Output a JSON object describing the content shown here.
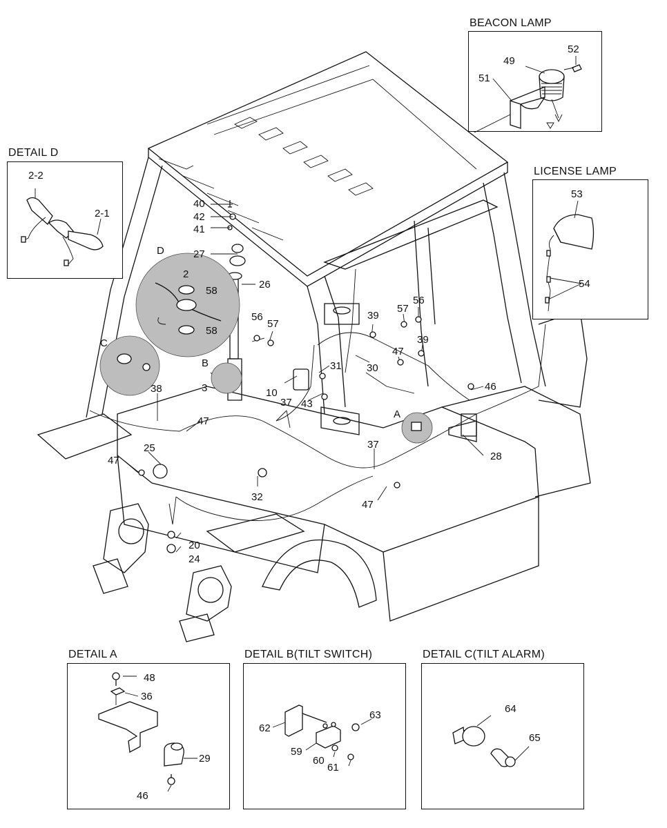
{
  "diagram": {
    "main": {
      "labels": [
        {
          "id": "40",
          "text": "40"
        },
        {
          "id": "42",
          "text": "42"
        },
        {
          "id": "41",
          "text": "41"
        },
        {
          "id": "27",
          "text": "27"
        },
        {
          "id": "26",
          "text": "26"
        },
        {
          "id": "d",
          "text": "D"
        },
        {
          "id": "2",
          "text": "2"
        },
        {
          "id": "58a",
          "text": "58"
        },
        {
          "id": "58b",
          "text": "58"
        },
        {
          "id": "56a",
          "text": "56"
        },
        {
          "id": "57a",
          "text": "57"
        },
        {
          "id": "c",
          "text": "C"
        },
        {
          "id": "b",
          "text": "B"
        },
        {
          "id": "3",
          "text": "3"
        },
        {
          "id": "38",
          "text": "38"
        },
        {
          "id": "47a",
          "text": "47"
        },
        {
          "id": "25",
          "text": "25"
        },
        {
          "id": "47b",
          "text": "47"
        },
        {
          "id": "32",
          "text": "32"
        },
        {
          "id": "20",
          "text": "20"
        },
        {
          "id": "24",
          "text": "24"
        },
        {
          "id": "31",
          "text": "31"
        },
        {
          "id": "10",
          "text": "10"
        },
        {
          "id": "43",
          "text": "43"
        },
        {
          "id": "37a",
          "text": "37"
        },
        {
          "id": "37b",
          "text": "37"
        },
        {
          "id": "30",
          "text": "30"
        },
        {
          "id": "39a",
          "text": "39"
        },
        {
          "id": "57b",
          "text": "57"
        },
        {
          "id": "56b",
          "text": "56"
        },
        {
          "id": "39b",
          "text": "39"
        },
        {
          "id": "47c",
          "text": "47"
        },
        {
          "id": "46",
          "text": "46"
        },
        {
          "id": "a",
          "text": "A"
        },
        {
          "id": "28",
          "text": "28"
        },
        {
          "id": "47d",
          "text": "47"
        }
      ]
    },
    "beacon": {
      "title": "BEACON LAMP",
      "labels": [
        {
          "id": "49",
          "text": "49"
        },
        {
          "id": "52",
          "text": "52"
        },
        {
          "id": "51",
          "text": "51"
        }
      ]
    },
    "license": {
      "title": "LICENSE LAMP",
      "labels": [
        {
          "id": "53",
          "text": "53"
        },
        {
          "id": "54",
          "text": "54"
        }
      ]
    },
    "detail_d": {
      "title": "DETAIL D",
      "labels": [
        {
          "id": "2-2",
          "text": "2-2"
        },
        {
          "id": "2-1",
          "text": "2-1"
        }
      ]
    },
    "detail_a": {
      "title": "DETAIL A",
      "labels": [
        {
          "id": "48",
          "text": "48"
        },
        {
          "id": "36",
          "text": "36"
        },
        {
          "id": "29",
          "text": "29"
        },
        {
          "id": "46",
          "text": "46"
        }
      ]
    },
    "detail_b": {
      "title": "DETAIL B(TILT SWITCH)",
      "labels": [
        {
          "id": "62",
          "text": "62"
        },
        {
          "id": "63",
          "text": "63"
        },
        {
          "id": "59",
          "text": "59"
        },
        {
          "id": "60",
          "text": "60"
        },
        {
          "id": "61",
          "text": "61"
        }
      ]
    },
    "detail_c": {
      "title": "DETAIL C(TILT ALARM)",
      "labels": [
        {
          "id": "64",
          "text": "64"
        },
        {
          "id": "65",
          "text": "65"
        }
      ]
    }
  }
}
